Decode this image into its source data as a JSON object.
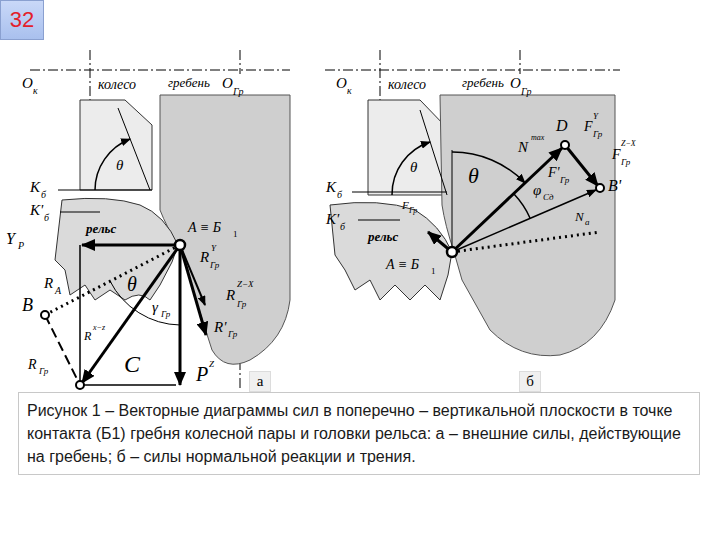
{
  "diagram": {
    "caption": "Рисунок 1 – Векторные диаграммы сил в поперечно – вертикальной плоскости в точке контакта (Б1) гребня колесной пары и головки рельса: а – внешние силы, действующие на гребень; б – силы нормальной реакции и трения.",
    "nodes": [
      {
        "text": [
          "32"
        ]
      },
      {
        "text": [
          "а"
        ]
      },
      {
        "text": [
          "б"
        ]
      }
    ],
    "labels": [
      "O",
      "к",
      "колесо",
      "гребень",
      "O",
      "Гр",
      "θ",
      "K",
      "б",
      "K'",
      "б",
      "рельс",
      "A ≡ Б",
      "1",
      "Y",
      "Р",
      "R",
      "Гр",
      "Y",
      "R",
      "A",
      "B",
      "θ",
      "γ",
      "Гр",
      "R",
      "Гр",
      "Z−X",
      "R'",
      "Гр",
      "R",
      "x−z",
      "R",
      "Гр",
      "C",
      "P",
      "Z",
      "O",
      "к",
      "колесо",
      "гребень",
      "O",
      "Гр",
      "θ",
      "θ",
      "N",
      "max",
      "D",
      "F",
      "Гр",
      "Y",
      "F",
      "Гр",
      "Z−X",
      "F'",
      "Гр",
      "φ",
      "Сд",
      "B'",
      "K",
      "б",
      "K'",
      "б",
      "F",
      "Гр",
      "рельс",
      "A ≡ Б",
      "1",
      "N",
      "а"
    ]
  }
}
